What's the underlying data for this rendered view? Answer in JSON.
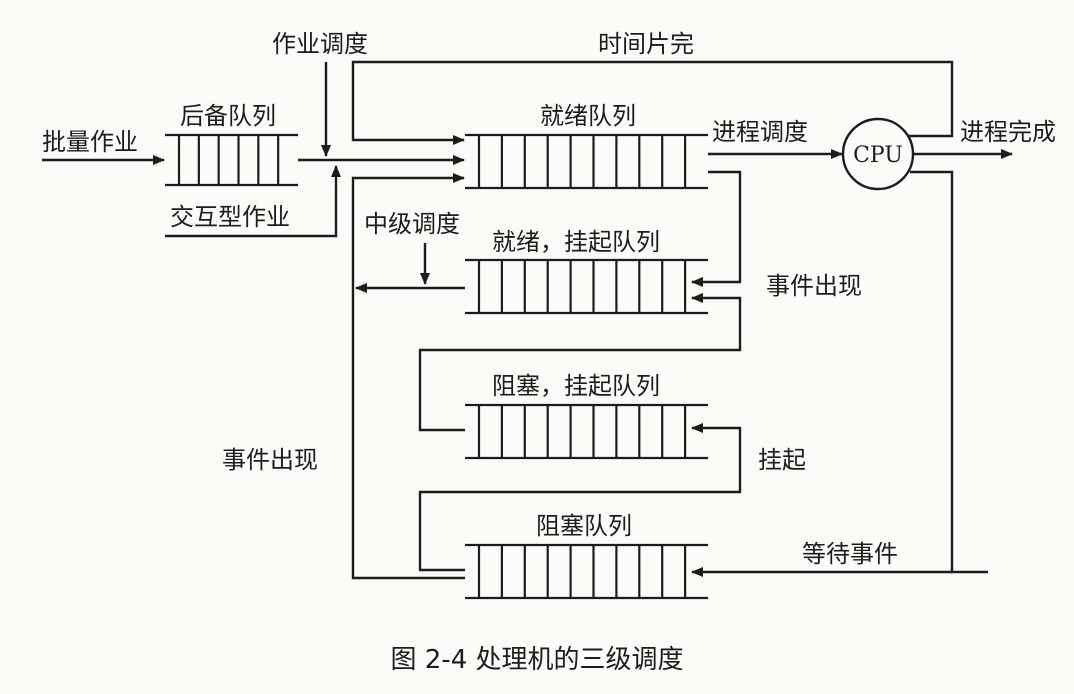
{
  "labels": {
    "job_scheduling": "作业调度",
    "time_slice_done": "时间片完",
    "backup_queue": "后备队列",
    "batch_job": "批量作业",
    "interactive_job": "交互型作业",
    "ready_queue": "就绪队列",
    "process_scheduling": "进程调度",
    "cpu": "CPU",
    "process_complete": "进程完成",
    "mid_scheduling": "中级调度",
    "ready_suspend_queue": "就绪，挂起队列",
    "event_occurs_right": "事件出现",
    "blocked_suspend_queue": "阻塞，挂起队列",
    "suspend": "挂起",
    "event_occurs_left": "事件出现",
    "blocked_queue": "阻塞队列",
    "wait_event": "等待事件"
  },
  "caption": "图 2-4    处理机的三级调度",
  "queues": {
    "backup": {
      "cells": 6
    },
    "ready": {
      "cells": 10
    },
    "ready_suspend": {
      "cells": 10
    },
    "blocked_suspend": {
      "cells": 10
    },
    "blocked": {
      "cells": 10
    }
  }
}
